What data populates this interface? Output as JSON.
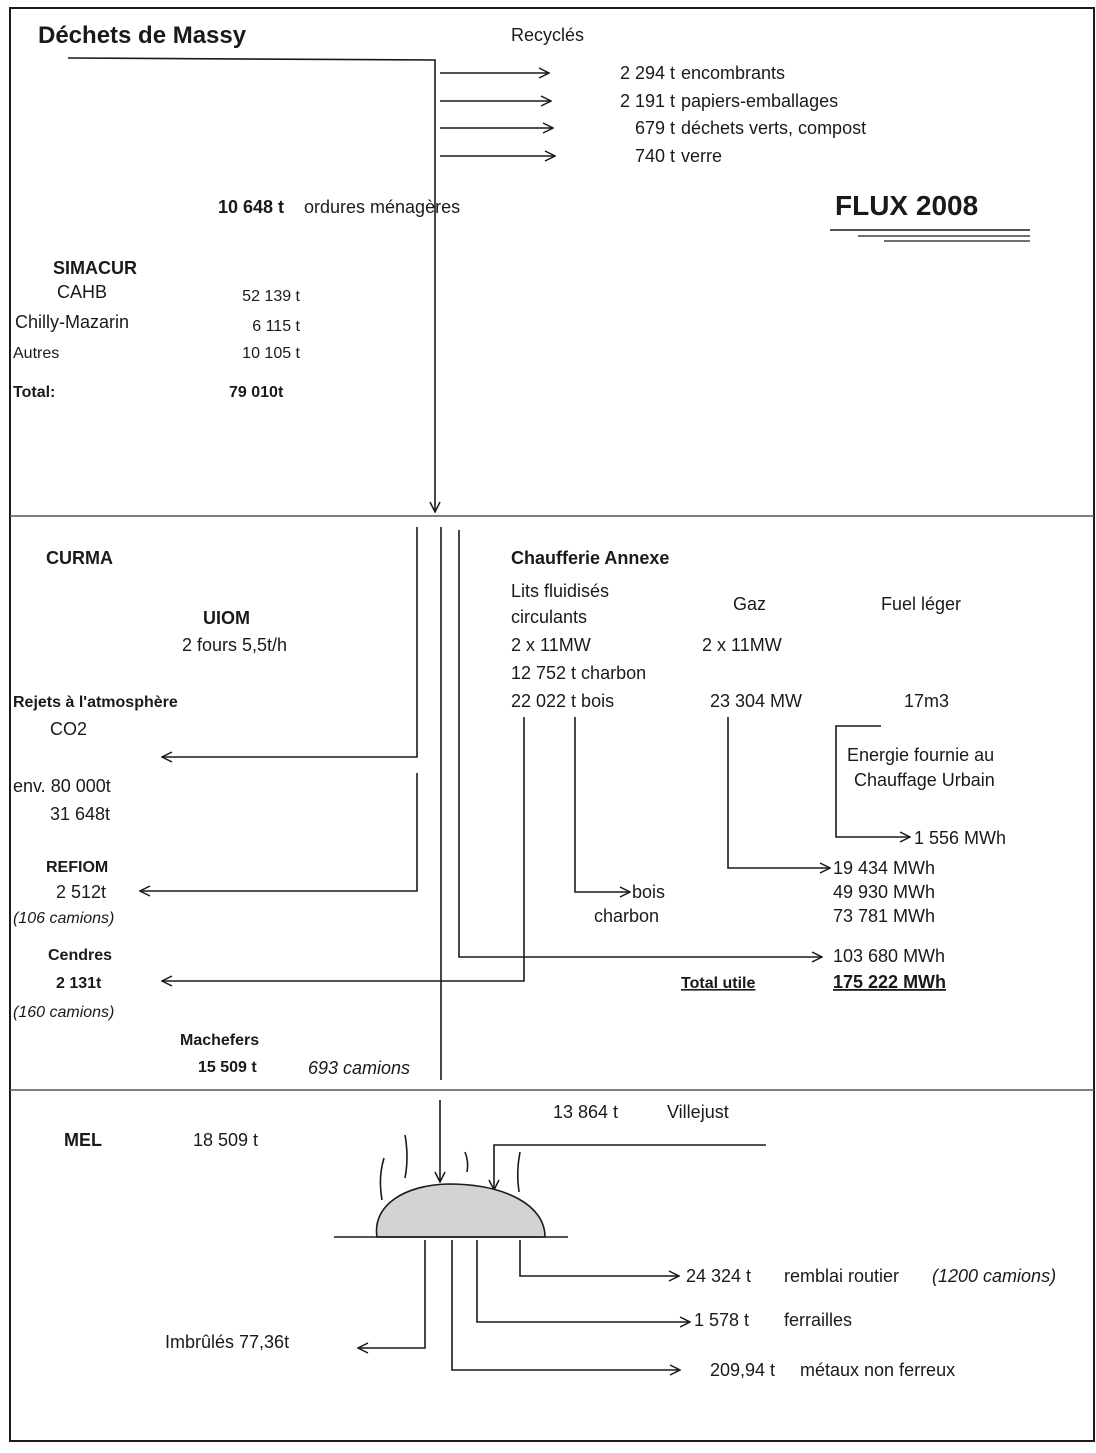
{
  "title": "Déchets  de Massy",
  "flux_title": "FLUX  2008",
  "recycles": {
    "header": "Recyclés",
    "items": [
      {
        "qty": "2 294 t",
        "label": "encombrants"
      },
      {
        "qty": "2 191 t",
        "label": "papiers-emballages"
      },
      {
        "qty": "679 t",
        "label": "déchets verts, compost"
      },
      {
        "qty": "740 t",
        "label": "verre"
      }
    ]
  },
  "ordures": {
    "qty": "10 648 t",
    "label": "ordures ménagères"
  },
  "simacur": {
    "header": "SIMACUR",
    "rows": [
      {
        "name": "CAHB",
        "value": "52 139 t"
      },
      {
        "name": "Chilly-Mazarin",
        "value": "6 115 t"
      },
      {
        "name": "Autres",
        "value": "10 105 t"
      }
    ],
    "total_label": "Total:",
    "total_value": "79 010t"
  },
  "curma": {
    "header": "CURMA",
    "uiom_title": "UIOM",
    "uiom_desc": "2 fours 5,5t/h",
    "rejets_title": "Rejets à l'atmosphère",
    "co2": "CO2",
    "env": "env. 80 000t",
    "co2_value": "31 648t",
    "refiom_title": "REFIOM",
    "refiom_value": "2 512t",
    "refiom_camions": "(106 camions)",
    "cendres_title": "Cendres",
    "cendres_value": "2 131t",
    "cendres_camions": "(160 camions)",
    "machefers_title": "Machefers",
    "machefers_value": "15 509 t",
    "machefers_camions": "693 camions"
  },
  "chaufferie": {
    "header": "Chaufferie Annexe",
    "col1_line1": "Lits fluidisés",
    "col1_line2": "circulants",
    "col1_power": "2 x 11MW",
    "charbon": "12 752 t charbon",
    "bois": "22 022 t bois",
    "gaz_title": "Gaz",
    "gaz_power": "2 x 11MW",
    "gaz_value": "23 304 MW",
    "fuel_title": "Fuel léger",
    "fuel_value": "17m3",
    "energie_line1": "Energie fournie au",
    "energie_line2": "Chauffage Urbain",
    "out_fuel": "1 556 MWh",
    "out_gaz": "19 434 MWh",
    "out_bois": "49 930 MWh",
    "out_charbon": "73 781 MWh",
    "out_uiom": "103 680 MWh",
    "bois_label": "bois",
    "charbon_label": "charbon",
    "total_label": "Total utile",
    "total_value": "175 222 MWh"
  },
  "mel": {
    "header": "MEL",
    "value": "18 509 t",
    "villejust_qty": "13 864 t",
    "villejust_label": "Villejust",
    "remblai_qty": "24 324 t",
    "remblai_label": "remblai routier",
    "remblai_camions": "(1200 camions)",
    "ferrailles_qty": "1 578 t",
    "ferrailles_label": "ferrailles",
    "metaux_qty": "209,94 t",
    "metaux_label": "métaux non ferreux",
    "imbrules": "Imbrûlés  77,36t"
  }
}
